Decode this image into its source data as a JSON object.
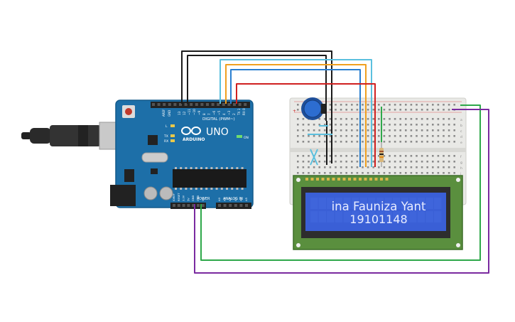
{
  "arduino": {
    "logo": "ARDUINO",
    "model": "UNO",
    "digital_label": "DIGITAL (PWM~)",
    "power_label": "POWER",
    "analog_label": "ANALOG IN",
    "on_label": "ON",
    "led_l": "L",
    "led_tx": "TX",
    "led_rx": "RX",
    "aref": "AREF",
    "gnd": "GND",
    "pin_numbers": [
      "13",
      "12",
      "~11",
      "~10",
      "~9",
      "8",
      "7",
      "~6",
      "~5",
      "4",
      "~3",
      "2",
      "TX 1",
      "RX 0"
    ],
    "power_pins": [
      "IOREF",
      "RESET",
      "3.3V",
      "5V",
      "GND",
      "GND",
      "Vin"
    ],
    "analog_pins": [
      "A0",
      "A1",
      "A2",
      "A3",
      "A4",
      "A5"
    ]
  },
  "lcd": {
    "line1": "ina Fauniza Yant",
    "line2": "19101148",
    "screen_color": "#3a5fd6",
    "text_color": "#e8ecff"
  },
  "breadboard": {
    "row_letters": [
      "a",
      "b",
      "c",
      "d",
      "e",
      "f",
      "g",
      "h",
      "i",
      "j"
    ]
  },
  "wires": {
    "colors": {
      "black": "#1a1a1a",
      "light_blue": "#5bc0de",
      "orange": "#f0a020",
      "blue": "#2a7fd0",
      "red": "#d02020",
      "green": "#2ea84a",
      "purple": "#7a2aa0"
    }
  }
}
